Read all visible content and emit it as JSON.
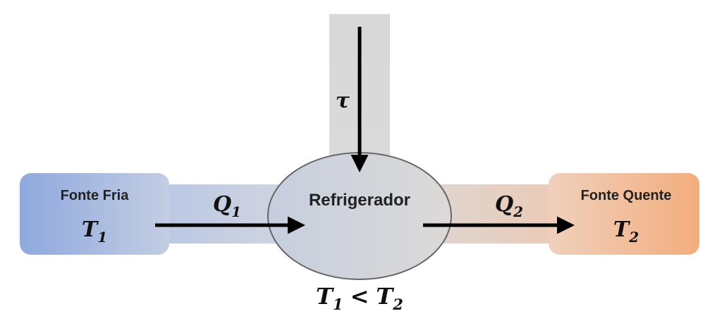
{
  "diagram": {
    "left_box": {
      "title": "Fonte Fria",
      "symbol": "T",
      "subscript": "1"
    },
    "right_box": {
      "title": "Fonte Quente",
      "symbol": "T",
      "subscript": "2"
    },
    "center": {
      "label": "Refrigerador"
    },
    "work": {
      "symbol": "τ"
    },
    "heat_in": {
      "symbol": "Q",
      "subscript": "1"
    },
    "heat_out": {
      "symbol": "Q",
      "subscript": "2"
    },
    "condition": {
      "a": "T",
      "a_sub": "1",
      "op": "<",
      "b": "T",
      "b_sub": "2"
    }
  },
  "colors": {
    "cold": "#8fa8de",
    "cold_light": "#c9d2e6",
    "hot": "#f3ae7f",
    "hot_light": "#ecd2c4",
    "neutral": "#d8d8d8",
    "arrow": "#000000"
  }
}
